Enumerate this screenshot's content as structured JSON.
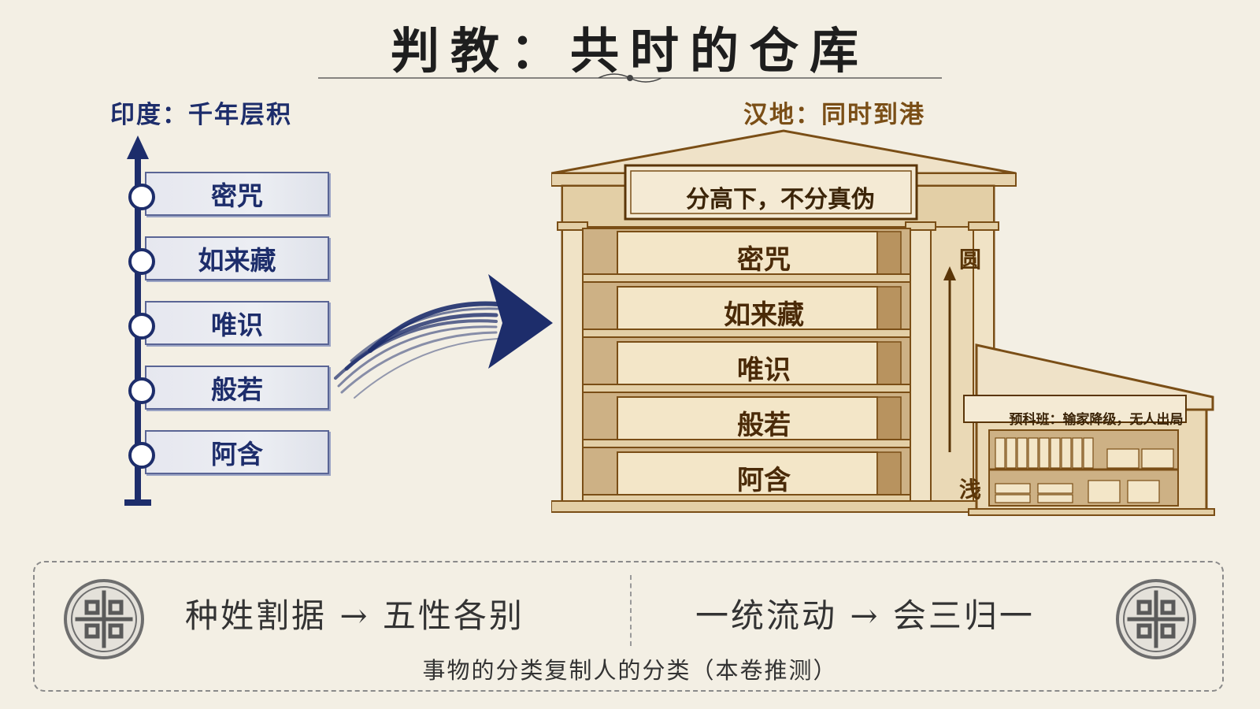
{
  "title": "判教：共时的仓库",
  "india": {
    "label": "印度：千年层积",
    "layers": [
      "密咒",
      "如来藏",
      "唯识",
      "般若",
      "阿含"
    ]
  },
  "han": {
    "label": "汉地：同时到港",
    "roof_sign": "分高下，不分真伪",
    "shelves": [
      "密咒",
      "如来藏",
      "唯识",
      "般若",
      "阿含"
    ],
    "depth_top": "圆",
    "depth_bottom": "浅",
    "annex_sign": "预科班：输家降级，无人出局"
  },
  "summary": {
    "left": "种姓割据 → 五性各别",
    "right": "一统流动 → 会三归一",
    "caption": "事物的分类复制人的分类（本卷推测）"
  },
  "colors": {
    "india_blue": "#1d2d6b",
    "han_brown": "#7a4e16",
    "background": "#f3efe4"
  },
  "icons": [
    "timeline-arrow-icon",
    "transfer-arrow-icon",
    "warehouse-icon",
    "depth-arrow-icon",
    "chinese-knot-medallion-icon"
  ]
}
